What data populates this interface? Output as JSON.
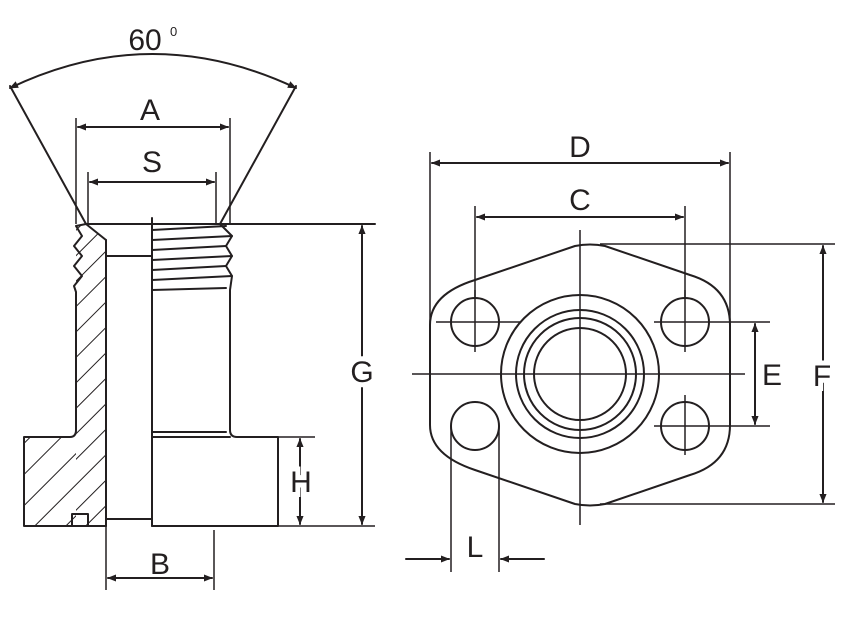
{
  "angle": {
    "value": "60",
    "unit": "0"
  },
  "side_view": {
    "A": "A",
    "S": "S",
    "G": "G",
    "H": "H",
    "B": "B"
  },
  "front_view": {
    "D": "D",
    "C": "C",
    "E": "E",
    "F": "F",
    "L": "L"
  },
  "colors": {
    "line": "#231f20",
    "background": "#ffffff"
  }
}
